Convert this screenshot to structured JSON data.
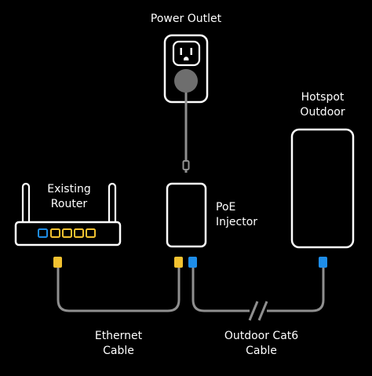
{
  "labels": {
    "power_outlet": "Power Outlet",
    "hotspot_outdoor": [
      "Hotspot",
      "Outdoor"
    ],
    "existing_router": [
      "Existing",
      "Router"
    ],
    "poe_injector": [
      "PoE",
      "Injector"
    ],
    "ethernet_cable": [
      "Ethernet",
      "Cable"
    ],
    "outdoor_cat6_cable": [
      "Outdoor Cat6",
      "Cable"
    ]
  },
  "colors": {
    "background": "#000000",
    "outline": "#ffffff",
    "cable": "#8f8f8f",
    "plug": "#6e6e6e",
    "connector_yellow": "#f2c230",
    "connector_blue": "#1e8de8",
    "router_port_blue": "#1e8de8",
    "router_port_yellow": "#f2c230"
  },
  "icons": {
    "outlet": "power-outlet-icon",
    "router": "router-icon",
    "injector": "poe-injector-icon",
    "hotspot": "hotspot-device-icon"
  }
}
